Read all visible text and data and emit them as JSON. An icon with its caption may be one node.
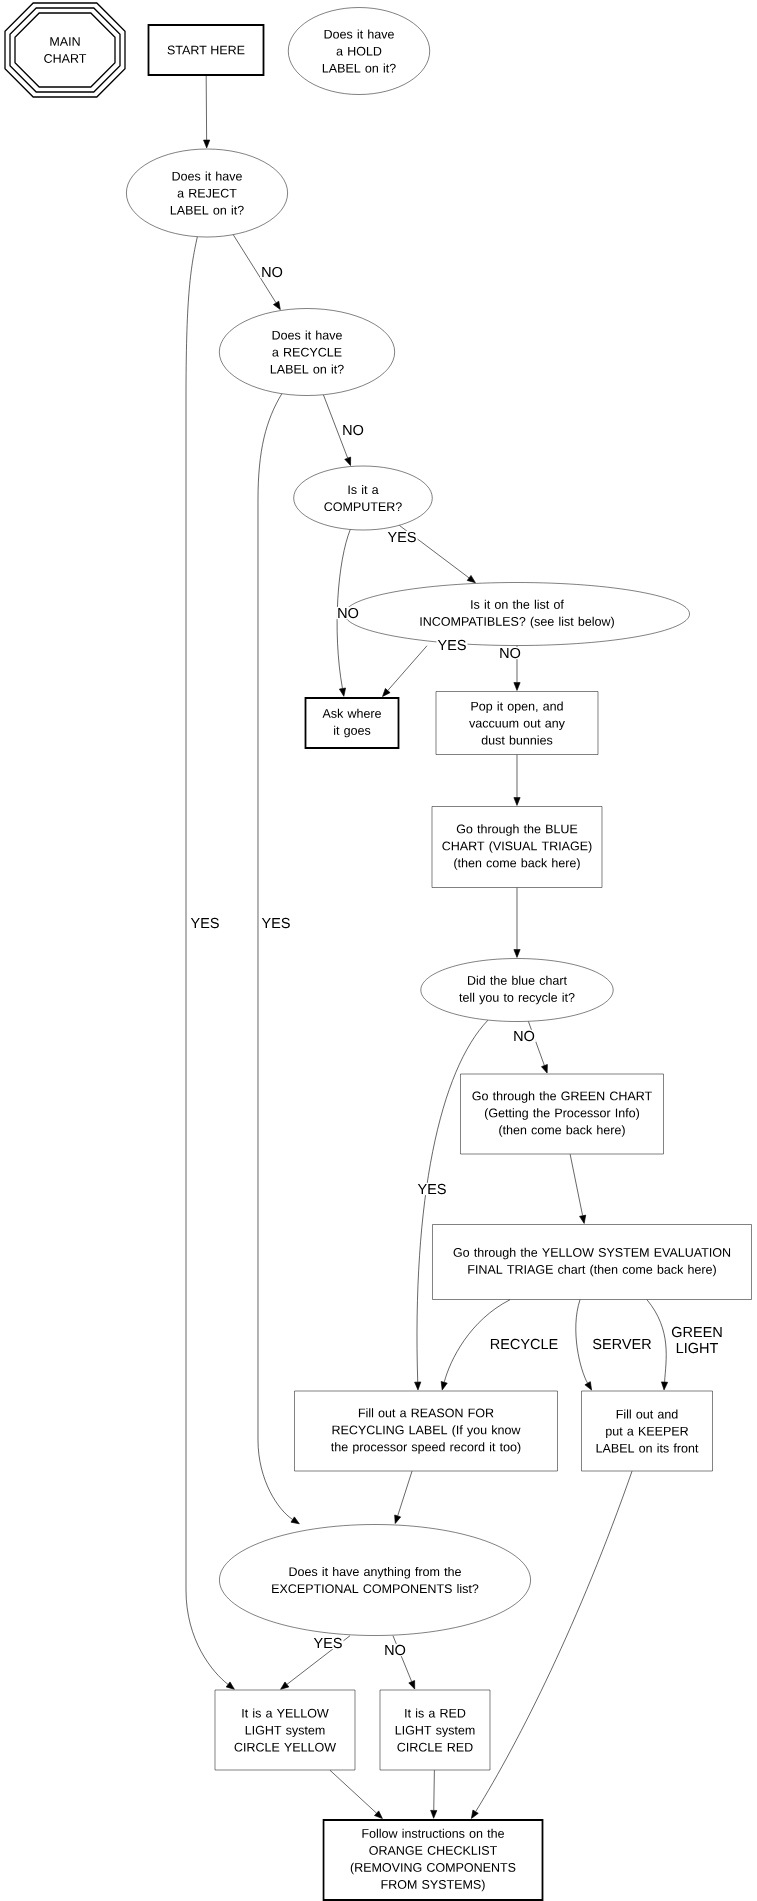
{
  "diagram": {
    "nodes": [
      {
        "text": [
          "MAIN CHART"
        ]
      },
      {
        "text": [
          "START HERE"
        ]
      },
      {
        "text": [
          "Does it have a HOLD LABEL on it?"
        ]
      },
      {
        "text": [
          "Does it have a REJECT LABEL on it?"
        ]
      },
      {
        "text": [
          "Does it have a RECYCLE LABEL on it?"
        ]
      },
      {
        "text": [
          "Is it a COMPUTER?"
        ]
      },
      {
        "text": [
          "Is it on the list of INCOMPATIBLES? (see list below)"
        ]
      },
      {
        "text": [
          "Ask where it goes"
        ]
      },
      {
        "text": [
          "Pop it open, and vaccuum out any dust bunnies"
        ]
      },
      {
        "text": [
          "Go through the BLUE CHART (VISUAL TRIAGE) (then come back here)"
        ]
      },
      {
        "text": [
          "Did the blue chart tell you to recycle it?"
        ]
      },
      {
        "text": [
          "Go through the GREEN CHART (Getting the Processor Info) (then come back here)"
        ]
      },
      {
        "text": [
          "Go through the YELLOW SYSTEM EVALUATION FINAL TRIAGE chart (then come back here)"
        ]
      },
      {
        "text": [
          "Fill out a REASON FOR RECYCLING LABEL (If you know the processor speed record it too)"
        ]
      },
      {
        "text": [
          "Fill out and put a KEEPER LABEL on its front"
        ]
      },
      {
        "text": [
          "Does it have anything from the EXCEPTIONAL COMPONENTS list?"
        ]
      },
      {
        "text": [
          "It is a YELLOW LIGHT system CIRCLE YELLOW"
        ]
      },
      {
        "text": [
          "It is a RED LIGHT system CIRCLE RED"
        ]
      },
      {
        "text": [
          "Follow instructions on the ORANGE CHECKLIST (REMOVING COMPONENTS FROM SYSTEMS)"
        ]
      }
    ],
    "edges": [
      {
        "from": 1,
        "to": 3,
        "arrow": "to"
      },
      {
        "from": 3,
        "to": 4,
        "arrow": "to",
        "label": "NO"
      },
      {
        "from": 3,
        "to": 16,
        "arrow": "to",
        "label": "YES"
      },
      {
        "from": 4,
        "to": 5,
        "arrow": "to",
        "label": "NO"
      },
      {
        "from": 4,
        "to": 15,
        "arrow": "to",
        "label": "YES"
      },
      {
        "from": 5,
        "to": 6,
        "arrow": "to",
        "label": "YES"
      },
      {
        "from": 5,
        "to": 7,
        "arrow": "to",
        "label": "NO"
      },
      {
        "from": 6,
        "to": 7,
        "arrow": "to",
        "label": "YES"
      },
      {
        "from": 6,
        "to": 8,
        "arrow": "to",
        "label": "NO"
      },
      {
        "from": 8,
        "to": 9,
        "arrow": "to"
      },
      {
        "from": 9,
        "to": 10,
        "arrow": "to"
      },
      {
        "from": 10,
        "to": 11,
        "arrow": "to",
        "label": "NO"
      },
      {
        "from": 10,
        "to": 13,
        "arrow": "to",
        "label": "YES"
      },
      {
        "from": 11,
        "to": 12,
        "arrow": "to"
      },
      {
        "from": 12,
        "to": 13,
        "arrow": "to",
        "label": "RECYCLE"
      },
      {
        "from": 12,
        "to": 14,
        "arrow": "to",
        "label": "SERVER"
      },
      {
        "from": 12,
        "to": 14,
        "arrow": "to",
        "label": "GREEN LIGHT"
      },
      {
        "from": 13,
        "to": 15,
        "arrow": "to"
      },
      {
        "from": 15,
        "to": 16,
        "arrow": "to",
        "label": "YES"
      },
      {
        "from": 15,
        "to": 17,
        "arrow": "to",
        "label": "NO"
      },
      {
        "from": 16,
        "to": 18,
        "arrow": "to"
      },
      {
        "from": 17,
        "to": 18,
        "arrow": "to"
      },
      {
        "from": 14,
        "to": 18,
        "arrow": "to"
      }
    ]
  }
}
